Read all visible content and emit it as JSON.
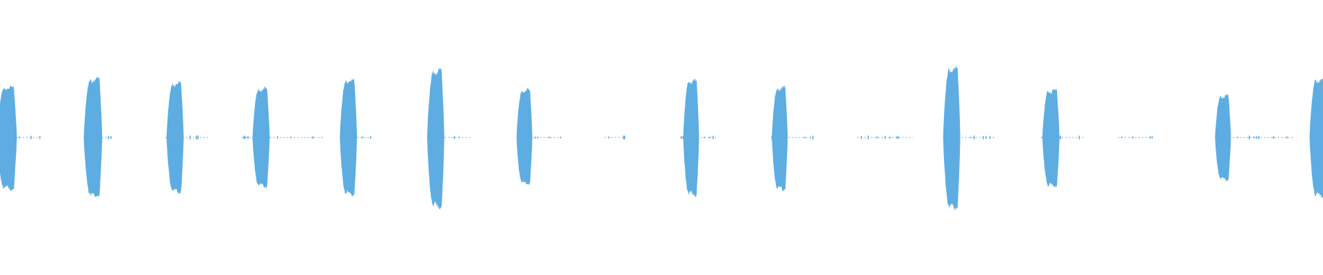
{
  "colors": {
    "background": "#ffffff",
    "waveform": "#5dade2"
  },
  "chart_data": {
    "type": "area",
    "title": "",
    "xlabel": "",
    "ylabel": "",
    "ylim": [
      -1,
      1
    ],
    "xlim": [
      0,
      1
    ],
    "grid": false,
    "legend": "none",
    "series": [
      {
        "bursts": [
          {
            "center": 0.006,
            "width": 0.015,
            "pos_amp": 0.37,
            "neg_amp": 0.38
          },
          {
            "center": 0.071,
            "width": 0.014,
            "pos_amp": 0.43,
            "neg_amp": 0.43
          },
          {
            "center": 0.133,
            "width": 0.013,
            "pos_amp": 0.4,
            "neg_amp": 0.4
          },
          {
            "center": 0.198,
            "width": 0.013,
            "pos_amp": 0.36,
            "neg_amp": 0.36
          },
          {
            "center": 0.264,
            "width": 0.013,
            "pos_amp": 0.42,
            "neg_amp": 0.42
          },
          {
            "center": 0.33,
            "width": 0.013,
            "pos_amp": 0.49,
            "neg_amp": 0.51
          },
          {
            "center": 0.397,
            "width": 0.012,
            "pos_amp": 0.35,
            "neg_amp": 0.34
          },
          {
            "center": 0.523,
            "width": 0.012,
            "pos_amp": 0.42,
            "neg_amp": 0.42
          },
          {
            "center": 0.59,
            "width": 0.012,
            "pos_amp": 0.37,
            "neg_amp": 0.38
          },
          {
            "center": 0.72,
            "width": 0.013,
            "pos_amp": 0.51,
            "neg_amp": 0.52
          },
          {
            "center": 0.795,
            "width": 0.013,
            "pos_amp": 0.35,
            "neg_amp": 0.36
          },
          {
            "center": 0.925,
            "width": 0.012,
            "pos_amp": 0.31,
            "neg_amp": 0.31
          },
          {
            "center": 0.997,
            "width": 0.013,
            "pos_amp": 0.43,
            "neg_amp": 0.43
          }
        ],
        "noise_segments": [
          {
            "x0": 0.012,
            "x1": 0.03
          },
          {
            "x0": 0.077,
            "x1": 0.084
          },
          {
            "x0": 0.125,
            "x1": 0.158
          },
          {
            "x0": 0.183,
            "x1": 0.244
          },
          {
            "x0": 0.27,
            "x1": 0.28
          },
          {
            "x0": 0.323,
            "x1": 0.356
          },
          {
            "x0": 0.403,
            "x1": 0.424
          },
          {
            "x0": 0.457,
            "x1": 0.472
          },
          {
            "x0": 0.514,
            "x1": 0.541
          },
          {
            "x0": 0.583,
            "x1": 0.615
          },
          {
            "x0": 0.648,
            "x1": 0.69
          },
          {
            "x0": 0.727,
            "x1": 0.752
          },
          {
            "x0": 0.787,
            "x1": 0.82
          },
          {
            "x0": 0.845,
            "x1": 0.871
          },
          {
            "x0": 0.932,
            "x1": 0.978
          }
        ]
      }
    ]
  }
}
